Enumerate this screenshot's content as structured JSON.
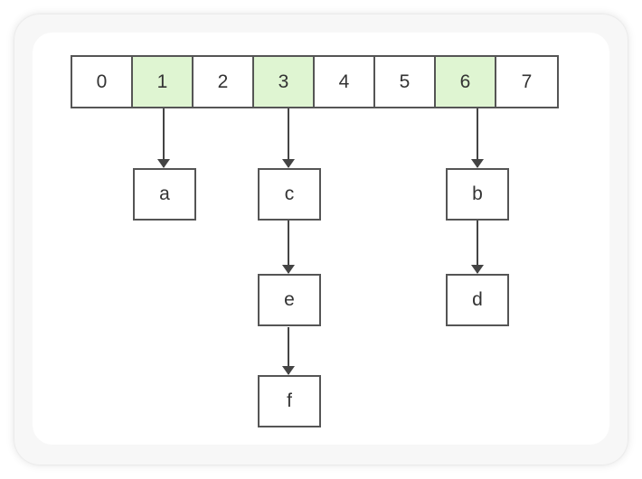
{
  "colors": {
    "highlight": "#dff5d2",
    "plain": "#ffffff",
    "stroke": "#555555",
    "text": "#333333"
  },
  "array": {
    "cells": [
      {
        "label": "0",
        "highlighted": false
      },
      {
        "label": "1",
        "highlighted": true
      },
      {
        "label": "2",
        "highlighted": false
      },
      {
        "label": "3",
        "highlighted": true
      },
      {
        "label": "4",
        "highlighted": false
      },
      {
        "label": "5",
        "highlighted": false
      },
      {
        "label": "6",
        "highlighted": true
      },
      {
        "label": "7",
        "highlighted": false
      }
    ]
  },
  "nodes": {
    "a": {
      "label": "a"
    },
    "c": {
      "label": "c"
    },
    "e": {
      "label": "e"
    },
    "f": {
      "label": "f"
    },
    "b": {
      "label": "b"
    },
    "d": {
      "label": "d"
    }
  },
  "edges": [
    {
      "from": "cell-1",
      "to": "a"
    },
    {
      "from": "cell-3",
      "to": "c"
    },
    {
      "from": "c",
      "to": "e"
    },
    {
      "from": "e",
      "to": "f"
    },
    {
      "from": "cell-6",
      "to": "b"
    },
    {
      "from": "b",
      "to": "d"
    }
  ]
}
